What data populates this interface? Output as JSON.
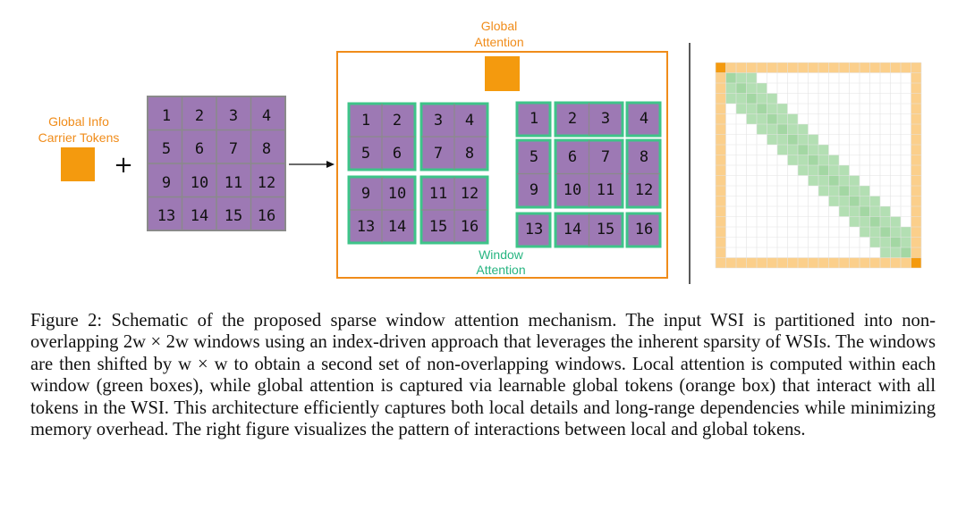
{
  "labels": {
    "carrier_line1": "Global Info",
    "carrier_line2": "Carrier Tokens",
    "plus": "+",
    "global_line1": "Global",
    "global_line2": "Attention",
    "window_line1": "Window",
    "window_line2": "Attention"
  },
  "tiles": [
    "1",
    "2",
    "3",
    "4",
    "5",
    "6",
    "7",
    "8",
    "9",
    "10",
    "11",
    "12",
    "13",
    "14",
    "15",
    "16"
  ],
  "colors": {
    "orange": "#f49a0e",
    "green": "#3ec489",
    "tissue": "#9d79b4",
    "matrix_green": "#b3dfb3",
    "matrix_orange": "#fbcf8b"
  },
  "caption": "Figure 2: Schematic of the proposed sparse window attention mechanism. The input WSI is partitioned into non-overlapping 2w × 2w windows using an index-driven approach that leverages the inherent sparsity of WSIs. The windows are then shifted by w × w to obtain a second set of non-overlapping windows. Local attention is computed within each window (green boxes), while global attention is captured via learnable global tokens (orange box) that interact with all tokens in the WSI. This architecture efficiently captures both local details and long-range dependencies while minimizing memory overhead. The right figure visualizes the pattern of interactions between local and global tokens."
}
